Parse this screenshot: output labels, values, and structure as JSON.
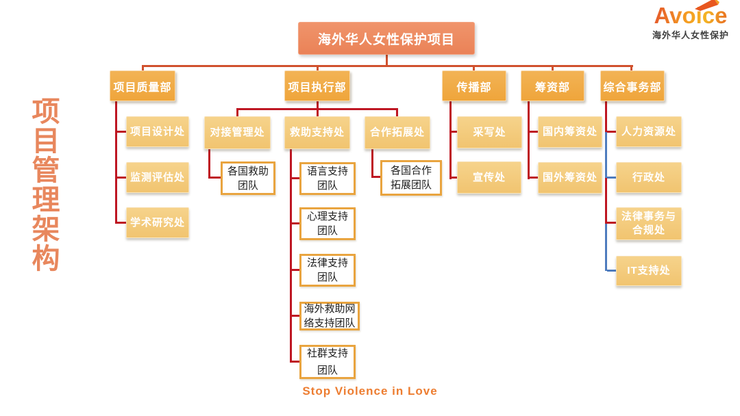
{
  "title_vertical": "项目管理架构",
  "logo": {
    "brand": "Avoice",
    "tagline": "海外华人女性保护"
  },
  "footer": "Stop Violence in Love",
  "org": {
    "root": "海外华人女性保护项目",
    "departments": [
      "项目质量部",
      "项目执行部",
      "传播部",
      "筹资部",
      "综合事务部"
    ],
    "quality_offices": [
      "项目设计处",
      "监测评估处",
      "学术研究处"
    ],
    "execution_offices": [
      "对接管理处",
      "救助支持处",
      "合作拓展处"
    ],
    "communication_offices": [
      "采写处",
      "宣传处"
    ],
    "funding_offices": [
      "国内筹资处",
      "国外筹资处"
    ],
    "general_offices": [
      "人力资源处",
      "行政处",
      "法律事务与\n合规处",
      "IT支持处"
    ],
    "liaison_team": "各国救助\n团队",
    "support_teams": [
      "语言支持\n团队",
      "心理支持\n团队",
      "法律支持\n团队",
      "海外救助网\n络支持团队",
      "社群支持\n团队"
    ],
    "cooperation_team": "各国合作\n拓展团队"
  },
  "colors": {
    "connector_red": "#BE1622",
    "connector_orange": "#D0512E",
    "connector_blue": "#4E7CBE",
    "team_border": "#E9A43F",
    "accent_text": "#E8875D",
    "footer_text": "#ED7D31"
  }
}
